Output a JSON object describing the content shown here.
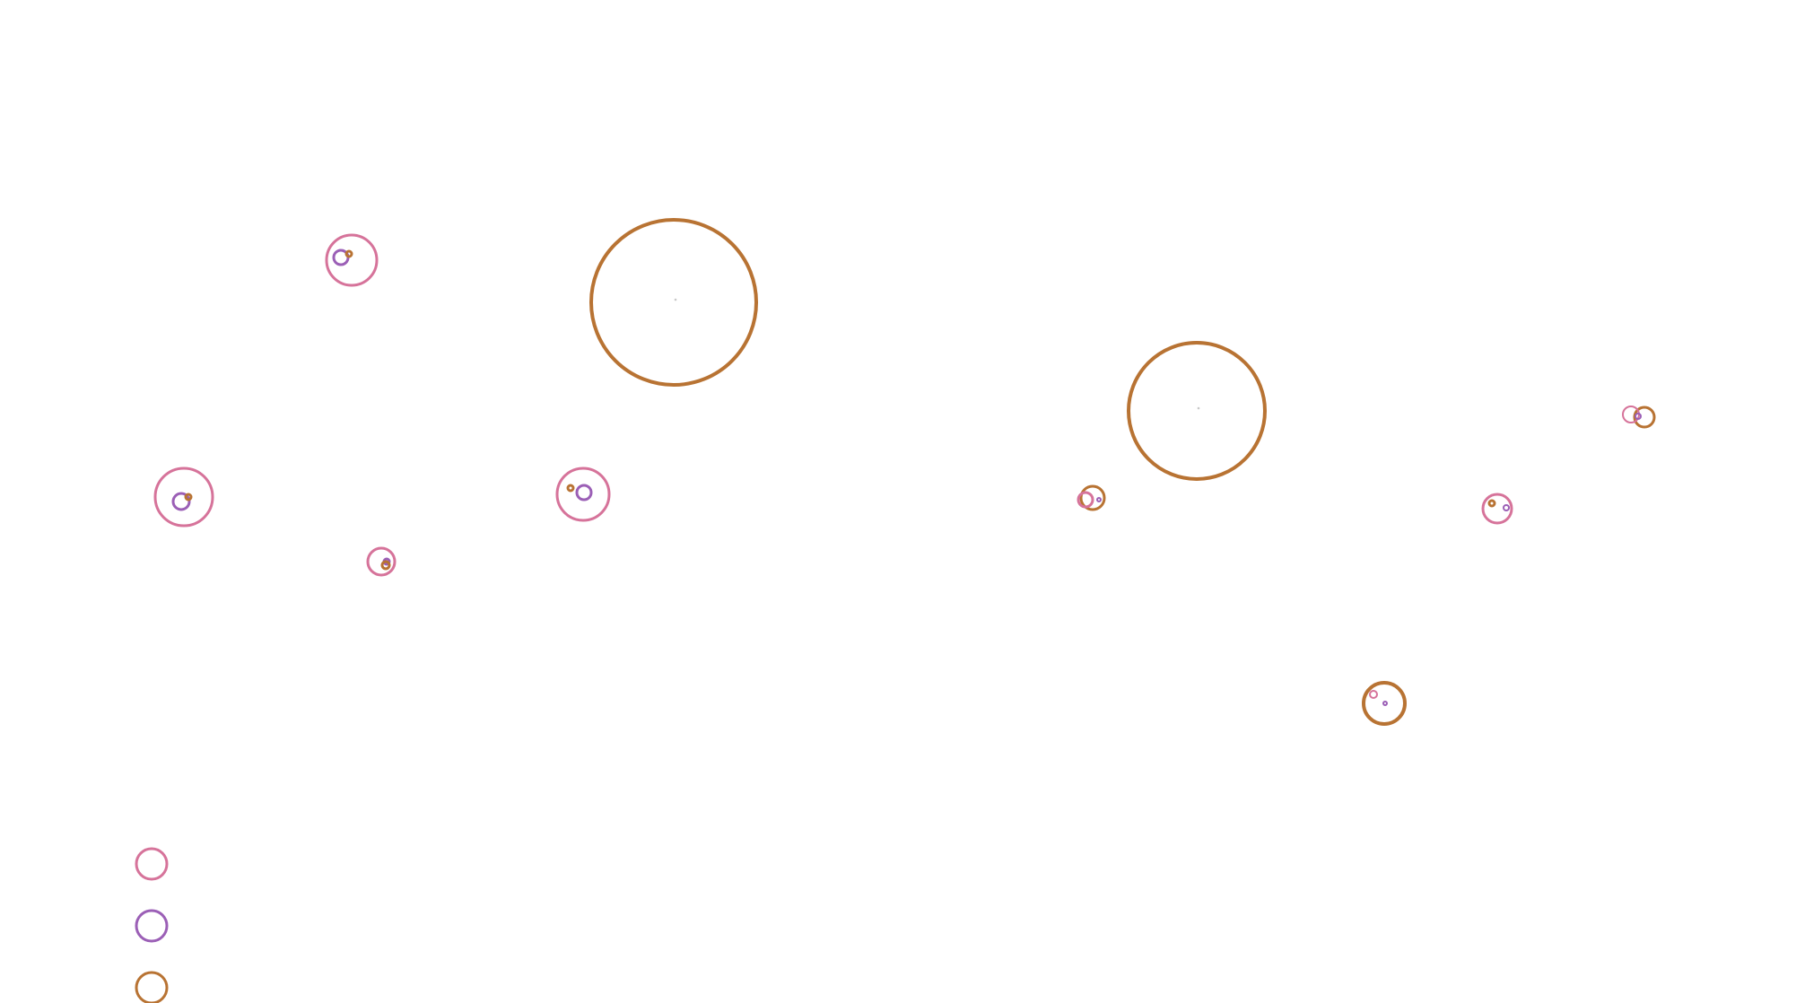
{
  "colors": {
    "background": "#ffffff",
    "pink": "#d6739a",
    "purple": "#9b5fb6",
    "orange": "#b87333",
    "center_dot": "#c8c8c8"
  },
  "legend": {
    "entries": [
      {
        "color": "pink",
        "label": ""
      },
      {
        "color": "purple",
        "label": ""
      },
      {
        "color": "orange",
        "label": ""
      }
    ]
  },
  "clusters": [
    {
      "color": "pink",
      "members": [
        "purple",
        "orange"
      ]
    },
    {
      "color": "orange",
      "members": []
    },
    {
      "color": "orange",
      "members": []
    },
    {
      "color": "pink",
      "members": [
        "purple",
        "orange"
      ]
    },
    {
      "color": "pink",
      "members": [
        "purple",
        "orange"
      ]
    },
    {
      "color": "pink",
      "members": [
        "purple",
        "orange"
      ]
    },
    {
      "color": "orange",
      "members": [
        "pink",
        "purple"
      ]
    },
    {
      "color": "pink",
      "members": [
        "orange",
        "purple"
      ]
    },
    {
      "color": "orange",
      "members": [
        "pink",
        "purple"
      ]
    },
    {
      "color": "orange",
      "members": [
        "pink",
        "purple"
      ]
    }
  ]
}
